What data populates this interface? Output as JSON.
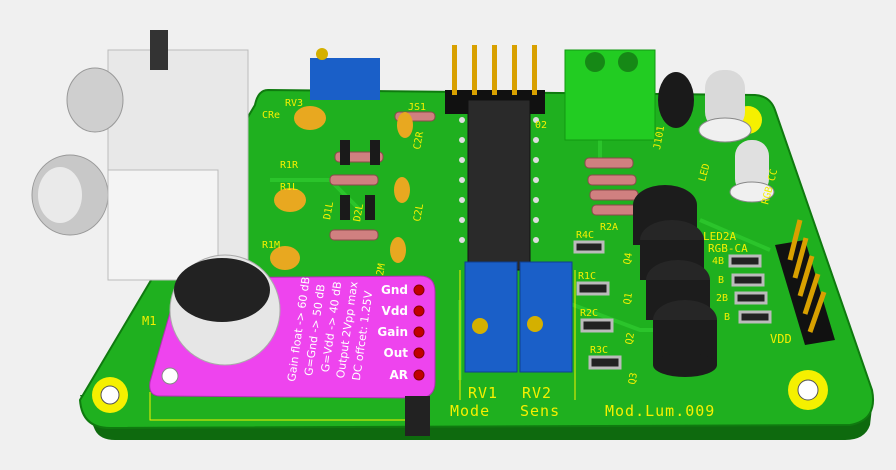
{
  "board": {
    "name": "Mod.Lum.009",
    "colors": {
      "pcb": "#1fb01f",
      "pcb_edge": "#0f7a0f",
      "silk": "#f5f000",
      "module": "#ee44ee",
      "header": "#111111",
      "pot": "#1a5fc8",
      "terminal": "#22cc22"
    }
  },
  "labels": {
    "rv3": "RV3",
    "cre": "CRe",
    "js1": "JS1",
    "r1r": "R1R",
    "r1l": "R1L",
    "r1m": "R1M",
    "c2r": "C2R",
    "c2l": "C2L",
    "c2m": "2M",
    "d1l": "D1L",
    "d2l": "D2L",
    "d1": "02",
    "j101": "J101",
    "led": "LED",
    "rgbcc": "RGB CC",
    "led2a": "LED2A",
    "rgbca": "RGB-CA",
    "r4c": "R4C",
    "r1c": "R1C",
    "r2c": "R2C",
    "r3c": "R3C",
    "r2a": "R2A",
    "q1": "Q1",
    "q2": "Q2",
    "q3": "Q3",
    "q4": "Q4",
    "r4b": "4B",
    "r3b": "B",
    "r2b": "2B",
    "r1b": "B",
    "vdd": "VDD",
    "m1": "M1",
    "rv1": "RV1",
    "rv1_sub": "Mode",
    "rv2": "RV2",
    "rv2_sub": "Sens"
  },
  "mic_module": {
    "notes": [
      "Gain float -> 60 dB",
      "G=Gnd -> 50 dB",
      "G=Vdd -> 40 dB",
      "Output 2Vpp max",
      "DC offcet: 1.25V"
    ],
    "pins": [
      "Gnd",
      "Vdd",
      "Gain",
      "Out",
      "AR"
    ]
  }
}
